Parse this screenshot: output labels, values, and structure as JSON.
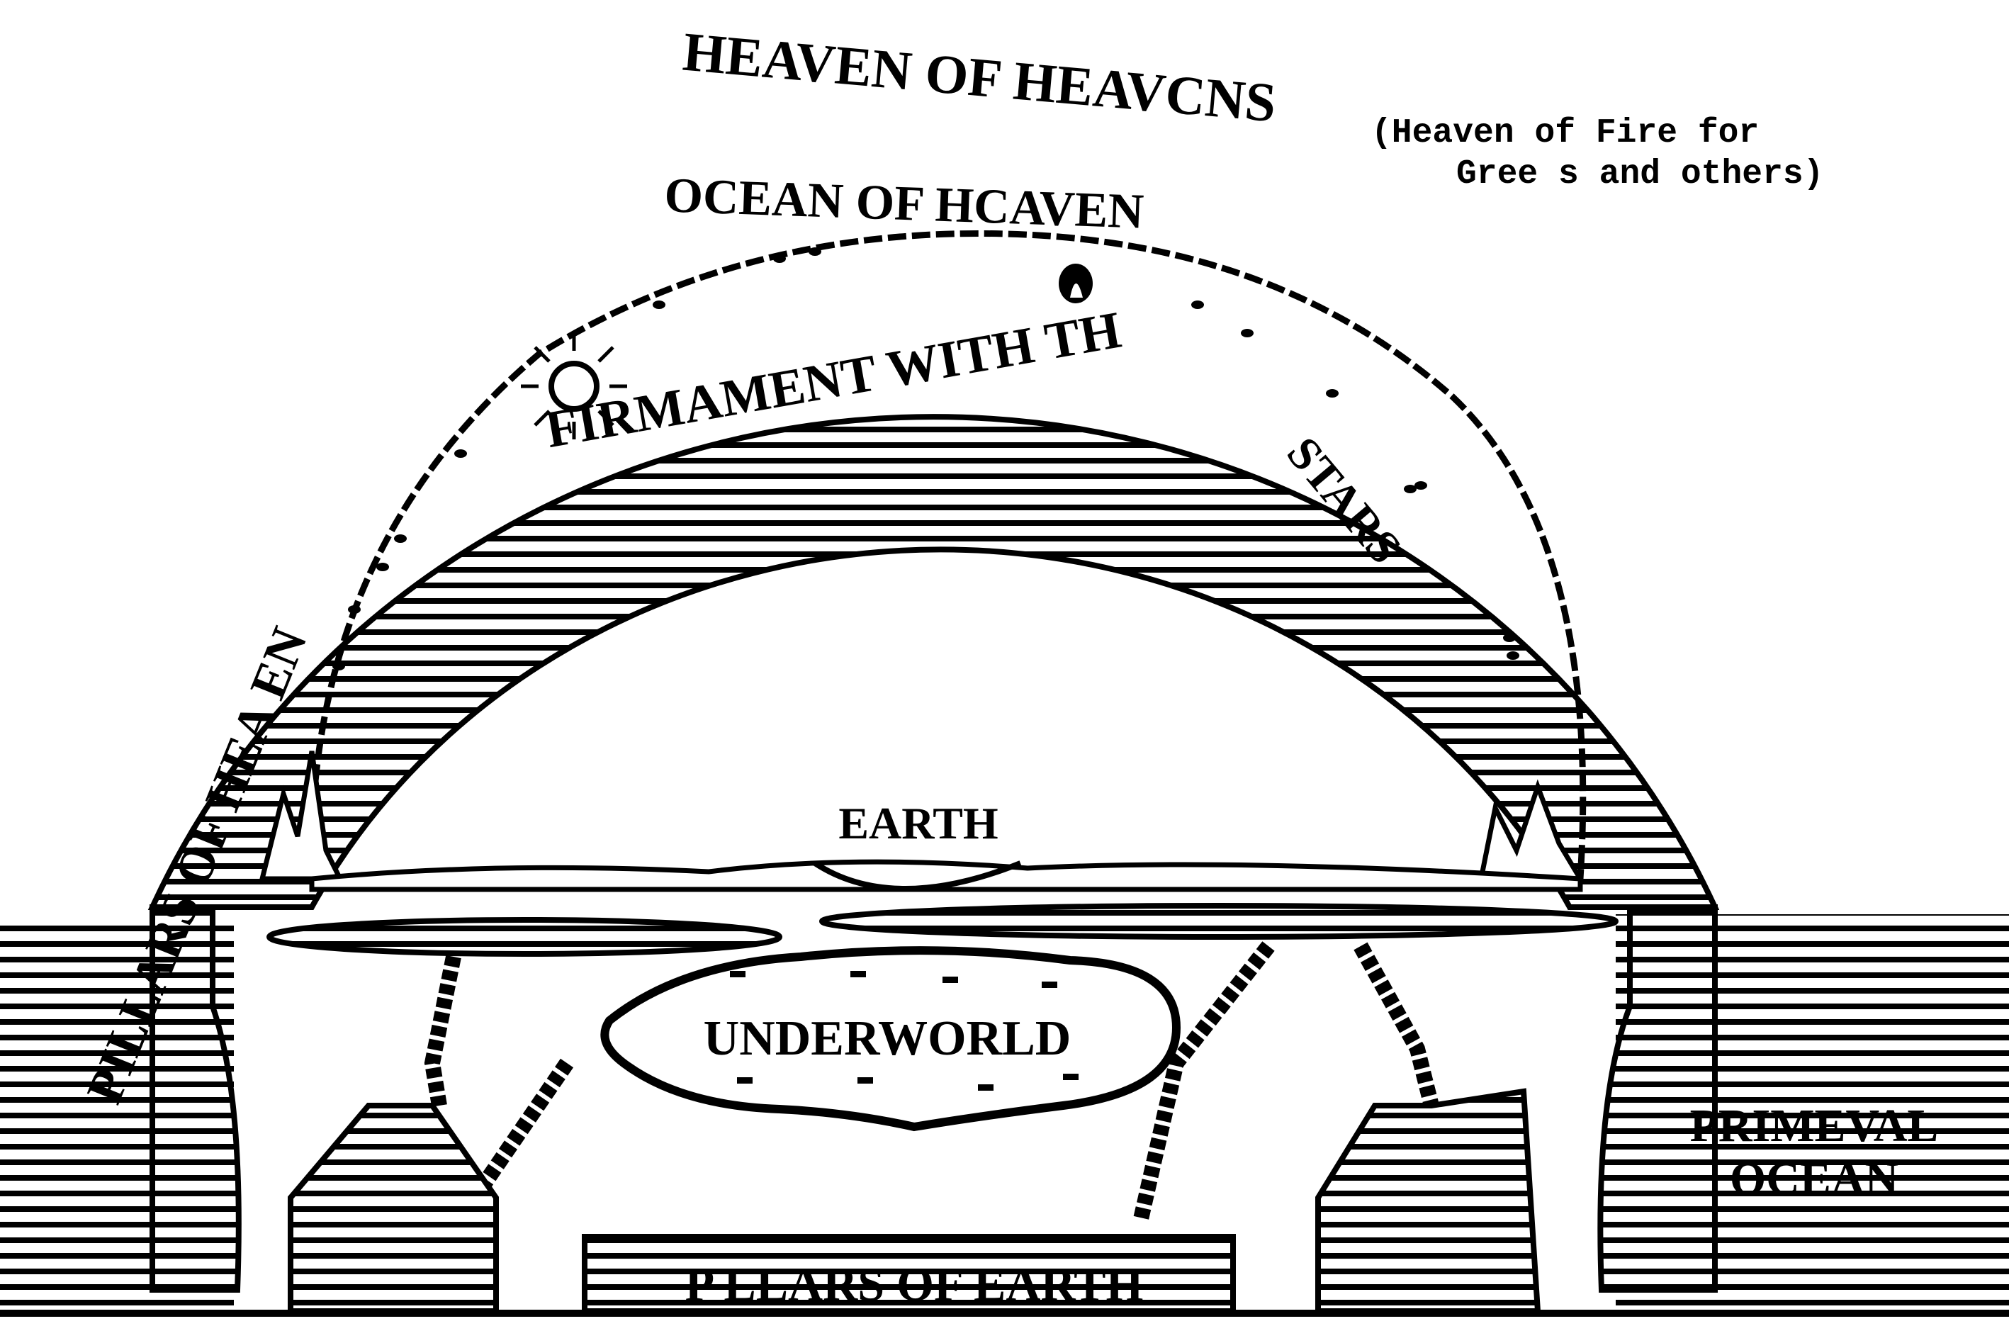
{
  "diagram": {
    "labels": {
      "heaven_of_heavens": "HEAVEN OF HEAVCNS",
      "heaven_of_fire_line1": "(Heaven of Fire for",
      "heaven_of_fire_line2": "Gree s and others)",
      "ocean_of_heaven": "OCEAN OF HCAVEN",
      "firmament": "FIRMAMENT WITH TH",
      "stars": "STARS",
      "pillars_of_heaven": "PILLARS OF HEA EN",
      "earth": "EARTH",
      "underworld": "UNDERWORLD",
      "primeval_line1": "PRIMEVAL",
      "primeval_line2": "OCEAN",
      "pillars_of_earth": "P LLARS OF EARTH"
    },
    "icons": {
      "sun": "sun-icon",
      "moon": "moon-icon",
      "stars": "star-icon"
    },
    "colors": {
      "ink": "#000000",
      "paper": "#ffffff"
    }
  }
}
